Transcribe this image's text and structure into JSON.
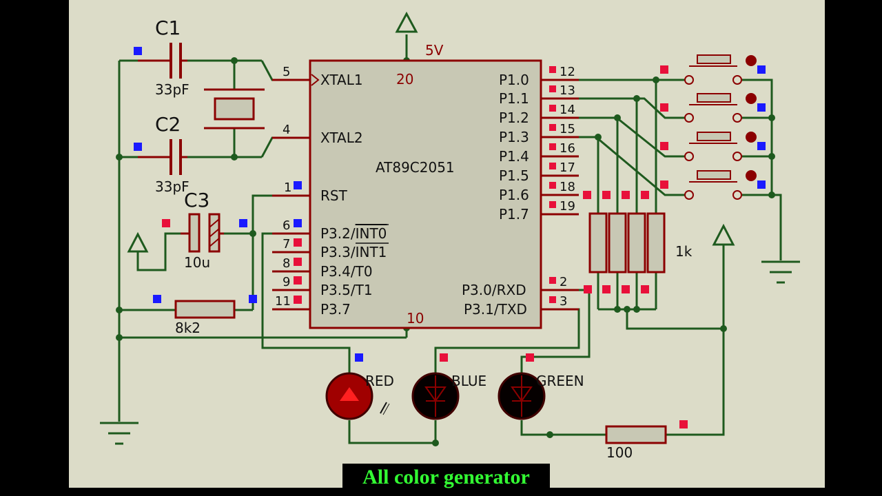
{
  "caption": "All color generator",
  "chip": {
    "name": "AT89C2051",
    "vcc_label": "5V",
    "vcc_pin": "20",
    "gnd_pin": "10",
    "left_pins": [
      {
        "num": "5",
        "name": "XTAL1"
      },
      {
        "num": "4",
        "name": "XTAL2"
      },
      {
        "num": "1",
        "name": "RST"
      },
      {
        "num": "6",
        "name": "P3.2/",
        "over": "INT0"
      },
      {
        "num": "7",
        "name": "P3.3/",
        "over": "INT1"
      },
      {
        "num": "8",
        "name": "P3.4/T0"
      },
      {
        "num": "9",
        "name": "P3.5/T1"
      },
      {
        "num": "11",
        "name": "P3.7"
      }
    ],
    "right_pins": [
      {
        "num": "12",
        "name": "P1.0"
      },
      {
        "num": "13",
        "name": "P1.1"
      },
      {
        "num": "14",
        "name": "P1.2"
      },
      {
        "num": "15",
        "name": "P1.3"
      },
      {
        "num": "16",
        "name": "P1.4"
      },
      {
        "num": "17",
        "name": "P1.5"
      },
      {
        "num": "18",
        "name": "P1.6"
      },
      {
        "num": "19",
        "name": "P1.7"
      },
      {
        "num": "2",
        "name": "P3.0/RXD"
      },
      {
        "num": "3",
        "name": "P3.1/TXD"
      }
    ]
  },
  "components": {
    "c1": {
      "name": "C1",
      "value": "33pF"
    },
    "c2": {
      "name": "C2",
      "value": "33pF"
    },
    "c3": {
      "name": "C3",
      "value": "10u"
    },
    "r_reset": {
      "value": "8k2"
    },
    "r_pack": {
      "value": "1k"
    },
    "r_led": {
      "value": "100"
    }
  },
  "leds": [
    {
      "label": "RED"
    },
    {
      "label": "BLUE"
    },
    {
      "label": "GREEN"
    }
  ],
  "colors": {
    "wire": "#1e5a1e",
    "component": "#8b0000",
    "body": "#c8c8b4",
    "marker_red": "#e8103a",
    "marker_blue": "#1a1aff",
    "background": "#dcdcc8"
  }
}
